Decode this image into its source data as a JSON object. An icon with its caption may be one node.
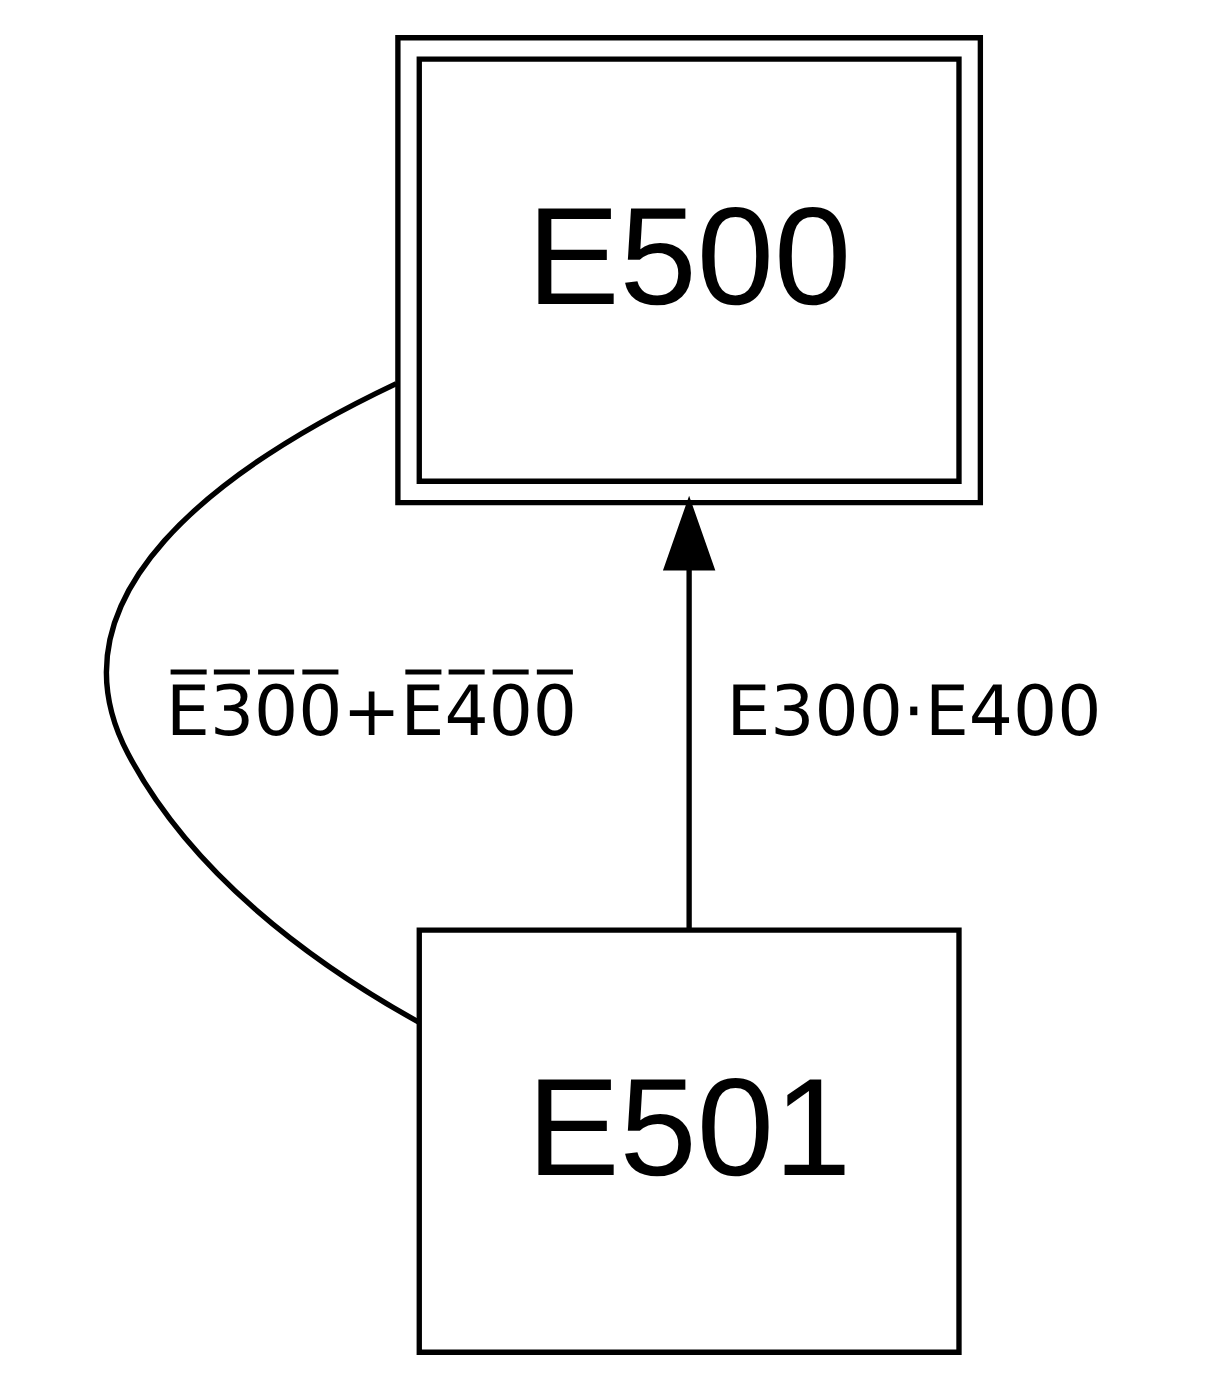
{
  "diagram": {
    "nodes": [
      {
        "text": [
          "E500"
        ]
      },
      {
        "text": [
          "E501"
        ]
      }
    ],
    "edges": [
      {
        "from": 0,
        "to": 1,
        "arrow": "none",
        "label": "E̅3̅0̅0̅+E̅4̅0̅0̅"
      },
      {
        "from": 1,
        "to": 0,
        "arrow": "to",
        "label": "E300·E400"
      }
    ]
  }
}
